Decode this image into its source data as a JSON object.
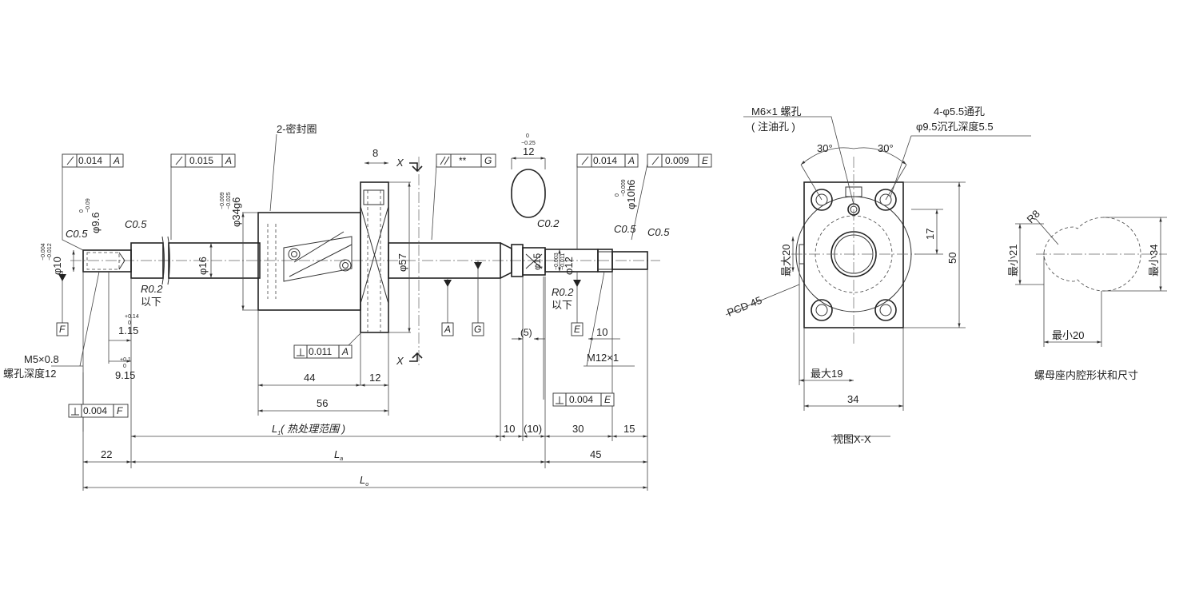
{
  "main_view": {
    "seal_label": "2-密封圈",
    "tol_left_shaft": {
      "value": "0.014",
      "datum": "A"
    },
    "tol_shaft_mid": {
      "value": "0.015",
      "datum": "A"
    },
    "tol_parallel": {
      "value": "**",
      "datum": "G"
    },
    "tol_right1": {
      "value": "0.014",
      "datum": "A"
    },
    "tol_right2": {
      "value": "0.009",
      "datum": "E"
    },
    "tol_flange": {
      "value": "0.011",
      "datum": "A"
    },
    "tol_perp_E": {
      "value": "0.004",
      "datum": "E"
    },
    "tol_perp_F": {
      "value": "0.004",
      "datum": "F"
    },
    "chamfer_c05_a": "C0.5",
    "chamfer_c05_b": "C0.5",
    "chamfer_c05_c": "C0.5",
    "chamfer_c05_d": "C0.5",
    "chamfer_c02": "C0.2",
    "radius_left": "R0.2",
    "radius_left_note": "以下",
    "radius_right": "R0.2",
    "radius_right_note": "以下",
    "dia_10": "φ10",
    "dia_10_tol_up": "−0.004",
    "dia_10_tol_lo": "−0.012",
    "dia_96": "φ9.6",
    "dia_96_tol_up": "0",
    "dia_96_tol_lo": "−0.09",
    "dia_16": "φ16",
    "dia_34": "φ34g6",
    "dia_34_tol_up": "−0.009",
    "dia_34_tol_lo": "−0.025",
    "dia_57": "φ57",
    "dia_15": "φ15",
    "dia_12": "φ12",
    "dia_12_tol_up": "−0.003",
    "dia_12_tol_lo": "−0.011",
    "dia_10h6": "φ10h6",
    "dia_10h6_tol_up": "0",
    "dia_10h6_tol_lo": "−0.009",
    "dim_8": "8",
    "dim_12_top": "12",
    "dim_12_top_tol_up": "0",
    "dim_12_top_tol_lo": "−0.25",
    "dim_115": "1.15",
    "dim_115_tol_up": "+0.14",
    "dim_115_tol_lo": "0",
    "dim_915": "9.15",
    "dim_915_tol_up": "+0.1",
    "dim_915_tol_lo": "0",
    "dim_44": "44",
    "dim_12": "12",
    "dim_56": "56",
    "dim_5": "(5)",
    "dim_10_r": "10",
    "dim_10_a": "10",
    "dim_10_b": "(10)",
    "dim_30": "30",
    "dim_15": "15",
    "dim_22": "22",
    "dim_45": "45",
    "l1_label": "L",
    "l1_sub": "1",
    "l1_note": "( 热处理范围 )",
    "la_label": "L",
    "la_sub": "a",
    "lo_label": "L",
    "lo_sub": "o",
    "thread_left": "M5×0.8",
    "thread_left_note": "螺孔深度12",
    "thread_right": "M12×1",
    "datum_F": "F",
    "datum_A": "A",
    "datum_G": "G",
    "datum_E": "E",
    "section_mark": "X"
  },
  "view_xx": {
    "oil_hole": "M6×1 螺孔",
    "oil_hole_note": "( 注油孔 )",
    "thru_hole": "4-φ5.5通孔",
    "thru_hole_note": "φ9.5沉孔深度5.5",
    "angle_left": "30°",
    "angle_right": "30°",
    "max20": "最大20",
    "pcd": "PCD 45",
    "dim_17": "17",
    "dim_50": "50",
    "max19": "最大19",
    "dim_34": "34",
    "caption": "视图X-X"
  },
  "nut_seat": {
    "r8": "R8",
    "min21": "最小21",
    "min34": "最小34",
    "min20": "最小20",
    "caption": "螺母座内腔形状和尺寸"
  }
}
